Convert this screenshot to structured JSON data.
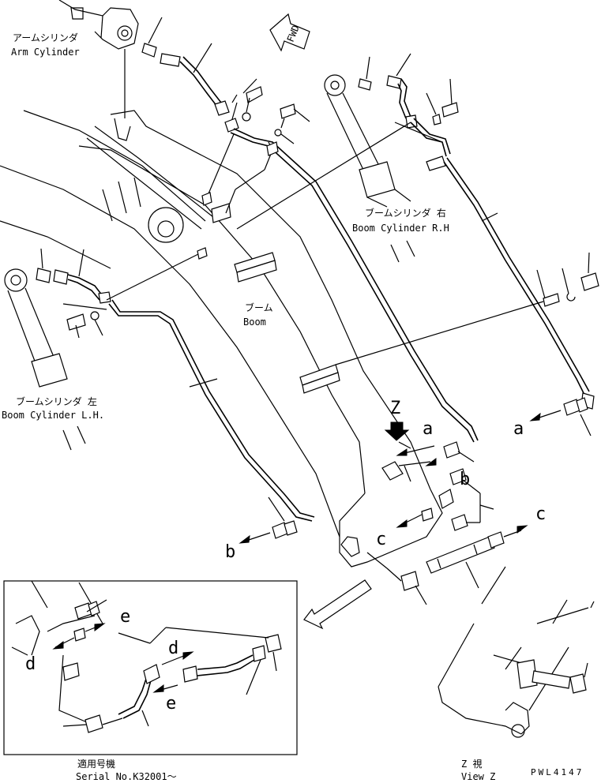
{
  "labels": {
    "arm_cylinder_jp": "アームシリンダ",
    "arm_cylinder_en": "Arm Cylinder",
    "boom_cyl_rh_jp": "ブームシリンダ 右",
    "boom_cyl_rh_en": "Boom Cylinder R.H",
    "boom_jp": "ブーム",
    "boom_en": "Boom",
    "boom_cyl_lh_jp": "ブームシリンダ 左",
    "boom_cyl_lh_en": "Boom Cylinder L.H.",
    "fwd": "FWD",
    "z": "Z",
    "a1": "a",
    "a2": "a",
    "b1": "b",
    "b2": "b",
    "c1": "c",
    "c2": "c",
    "d1": "d",
    "d2": "d",
    "e1": "e",
    "e2": "e",
    "serial_jp": "適用号機",
    "serial_en": "Serial No.K32001～",
    "viewz_jp": "Z 視",
    "viewz_en": "View Z",
    "drawing_no": "PWL4147"
  }
}
